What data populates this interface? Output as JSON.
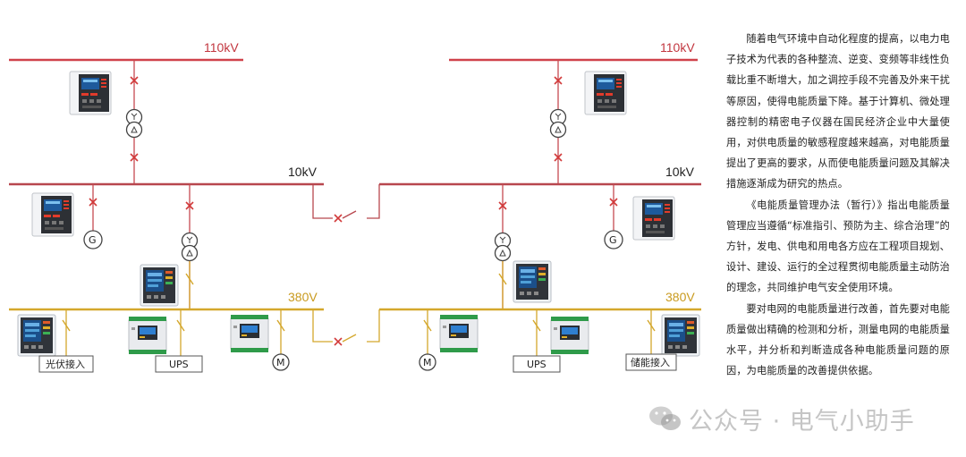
{
  "buses": {
    "left_110kv": "110kV",
    "right_110kv": "110kV",
    "left_10kv": "10kV",
    "right_10kv": "10kV",
    "left_380v": "380V",
    "right_380v": "380V"
  },
  "loads": {
    "pv": "光伏接入",
    "ups_left": "UPS",
    "ups_right": "UPS",
    "storage": "储能接入",
    "motor_symbol": "M",
    "generator_symbol": "G"
  },
  "text": {
    "p1": "随着电气环境中自动化程度的提高，以电力电子技术为代表的各种整流、逆变、变频等非线性负载比重不断增大，加之调控手段不完善及外来干扰等原因，使得电能质量下降。基于计算机、微处理器控制的精密电子仪器在国民经济企业中大量使用，对供电质量的敏感程度越来越高，对电能质量提出了更高的要求，从而使电能质量问题及其解决措施逐渐成为研究的热点。",
    "p2": "《电能质量管理办法（暂行）》指出电能质量管理应当遵循“标准指引、预防为主、综合治理”的方针，发电、供电和用电各方应在工程项目规划、设计、建设、运行的全过程贯彻电能质量主动防治的理念，共同维护电气安全使用环境。",
    "p3": "要对电网的电能质量进行改善，首先要对电能质量做出精确的检测和分析，测量电网的电能质量水平，并分析和判断造成各种电能质量问题的原因，为电能质量的改善提供依据。"
  },
  "watermark": "公众号 · 电气小助手",
  "colors": {
    "bus_110kv": "#d0424b",
    "bus_10kv": "#b8474e",
    "bus_380v": "#d4a72c",
    "breaker": "#d23a3a",
    "text": "#222222"
  }
}
